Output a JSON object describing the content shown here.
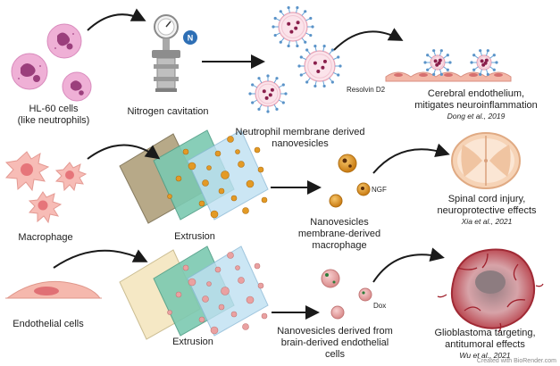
{
  "rows": [
    {
      "source_label": "HL-60 cells\n(like neutrophils)",
      "method_label": "Nitrogen cavitation",
      "product_label": "Neutrophil membrane derived\nnanovesicles",
      "payload_label": "Resolvin D2",
      "outcome_label": "Cerebral endothelium,\nmitigates neuroinflammation",
      "citation": "Dong et al., 2019"
    },
    {
      "source_label": "Macrophage",
      "method_label": "Extrusion",
      "product_label": "Nanovesicles\nmembrane-derived\nmacrophage",
      "payload_label": "NGF",
      "outcome_label": "Spinal cord injury,\nneuroprotective effects",
      "citation": "Xia et al., 2021"
    },
    {
      "source_label": "Endothelial cells",
      "method_label": "Extrusion",
      "product_label": "Nanovesicles derived from\nbrain-derived endothelial\ncells",
      "payload_label": "Dox",
      "outcome_label": "Glioblastoma targeting,\nantitumoral effects",
      "citation": "Wu et al., 2021"
    }
  ],
  "nitrogen_symbol": "N",
  "credit": "Created with BioRender.com",
  "colors": {
    "neutrophil": "#e9a0c8",
    "macrophage": "#f6b3b0",
    "endothelial": "#f3b4a8",
    "vesicle_orange": "#e0961e",
    "vesicle_pink": "#e8a3a3",
    "membrane_blue": "#6aa4d8"
  }
}
